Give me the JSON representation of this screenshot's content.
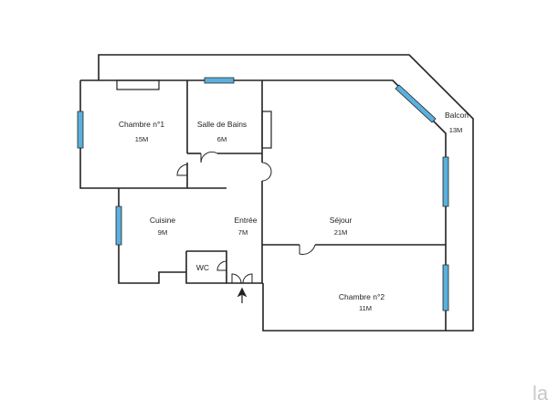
{
  "rooms": {
    "chambre1": {
      "name": "Chambre n°1",
      "area": "15M"
    },
    "salle_de_bains": {
      "name": "Salle de Bains",
      "area": "6M"
    },
    "balcon": {
      "name": "Balcon",
      "area": "13M"
    },
    "cuisine": {
      "name": "Cuisine",
      "area": "9M"
    },
    "entree": {
      "name": "Entrée",
      "area": "7M"
    },
    "sejour": {
      "name": "Séjour",
      "area": "21M"
    },
    "wc": {
      "name": "WC"
    },
    "chambre2": {
      "name": "Chambre n°2",
      "area": "11M"
    }
  },
  "watermark": "la",
  "colors": {
    "window": "#5bb0dd",
    "wall": "#222222"
  },
  "icons": {
    "entrance": "arrow-up-icon"
  }
}
